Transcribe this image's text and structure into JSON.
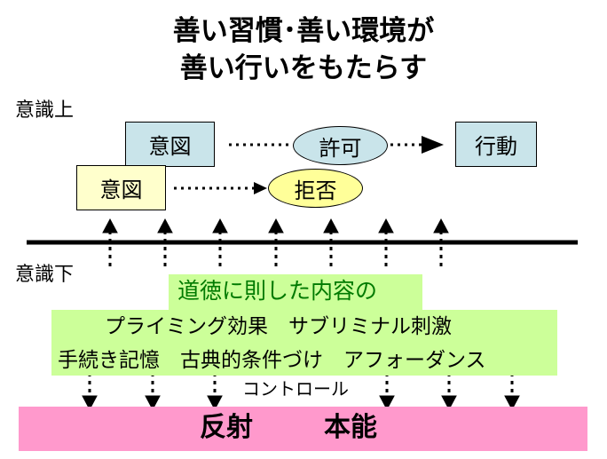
{
  "title": {
    "line1": "善い習慣･善い環境が",
    "line2": "善い行いをもたらす"
  },
  "levels": {
    "conscious": "意識上",
    "subconscious": "意識下"
  },
  "nodes": {
    "intent_upper": "意図",
    "permit": "許可",
    "action": "行動",
    "intent_lower": "意図",
    "reject": "拒否"
  },
  "green_box": {
    "heading": "道徳に則した内容の",
    "row1": "プライミング効果　サブリミナル刺激",
    "row2": "手続き記憶　古典的条件づけ　アフォーダンス"
  },
  "control": "コントロール",
  "base": {
    "reflex": "反射",
    "instinct": "本能"
  },
  "colors": {
    "blue_box": "#c9e4ea",
    "yellow_box": "#ffffcc",
    "blue_ellipse": "#c9e4ea",
    "yellow_ellipse": "#ffff99",
    "green": "#ccff99",
    "pink": "#ff99cc"
  }
}
